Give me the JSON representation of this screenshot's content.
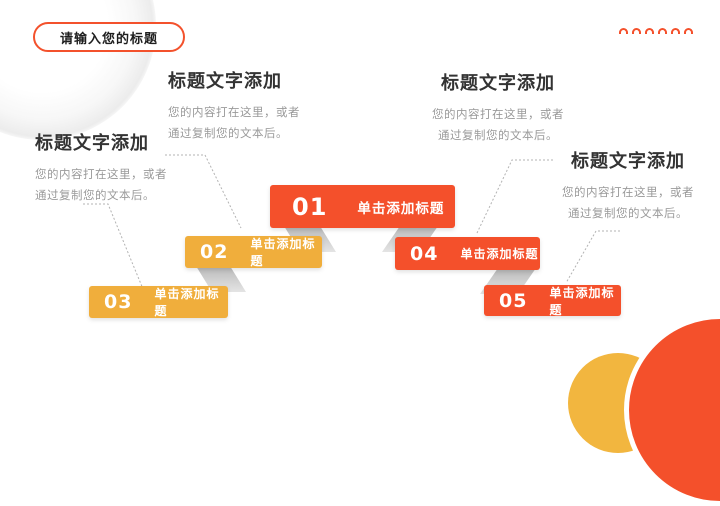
{
  "slide": {
    "title_button": {
      "label": "请输入您的标题"
    },
    "text_blocks": [
      {
        "heading": "标题文字添加",
        "body_line1": "您的内容打在这里，或者",
        "body_line2": "通过复制您的文本后。"
      },
      {
        "heading": "标题文字添加",
        "body_line1": "您的内容打在这里，或者",
        "body_line2": "通过复制您的文本后。"
      },
      {
        "heading": "标题文字添加",
        "body_line1": "您的内容打在这里，或者",
        "body_line2": "通过复制您的文本后。"
      },
      {
        "heading": "标题文字添加",
        "body_line1": "您的内容打在这里，或者",
        "body_line2": "通过复制您的文本后。"
      }
    ],
    "banners": [
      {
        "number": "01",
        "label": "单击添加标题",
        "color": "#F4502B"
      },
      {
        "number": "02",
        "label": "单击添加标题",
        "color": "#F0AE3C"
      },
      {
        "number": "03",
        "label": "单击添加标题",
        "color": "#F0AE3C"
      },
      {
        "number": "04",
        "label": "单击添加标题",
        "color": "#F4502B"
      },
      {
        "number": "05",
        "label": "单击添加标题",
        "color": "#F4502B"
      }
    ],
    "decor": {
      "arc_count": 6,
      "colors": {
        "orange": "#F4502B",
        "gold": "#F0AE3C",
        "fold_gray": "#C8C8C8",
        "leader_gray": "#B3B3B3",
        "heading_text": "#333333",
        "body_text": "#9A9A9A"
      }
    }
  }
}
